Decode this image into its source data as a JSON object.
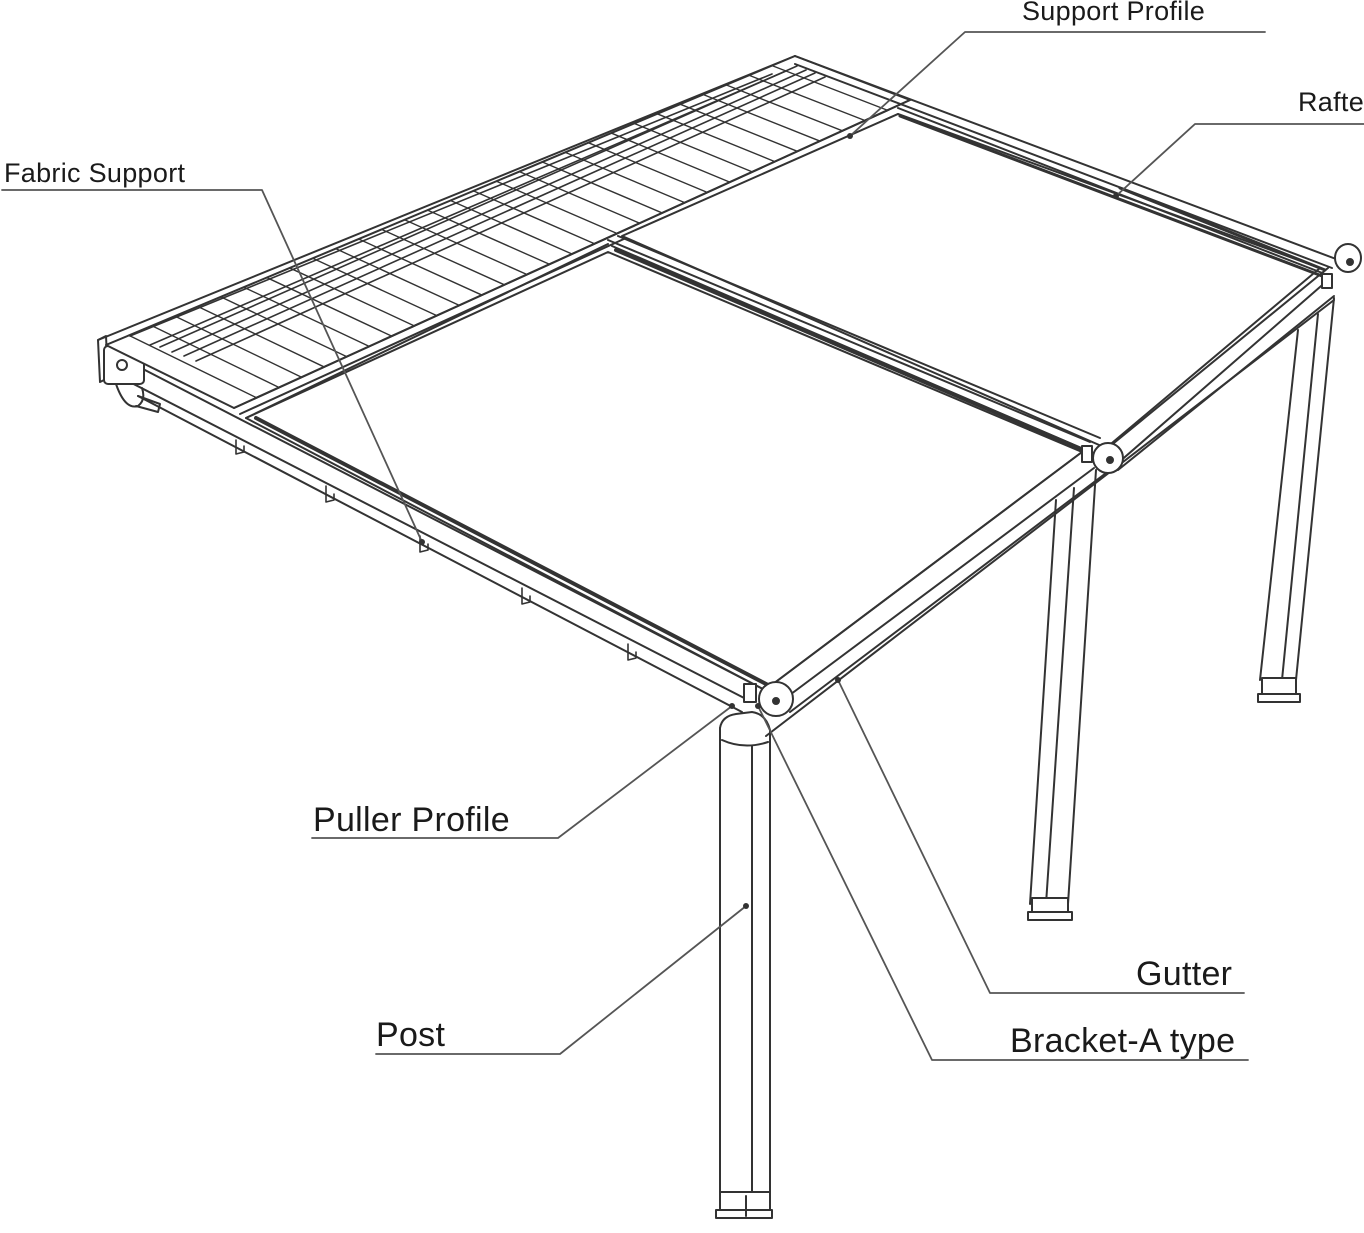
{
  "labels": {
    "support_profile": "Support Profile",
    "rafter": "Rafte",
    "fabric_support": "Fabric Support",
    "puller_profile": "Puller Profile",
    "post": "Post",
    "gutter": "Gutter",
    "bracket_a_type": "Bracket-A type"
  },
  "colors": {
    "line": "#333333",
    "background": "#ffffff"
  }
}
